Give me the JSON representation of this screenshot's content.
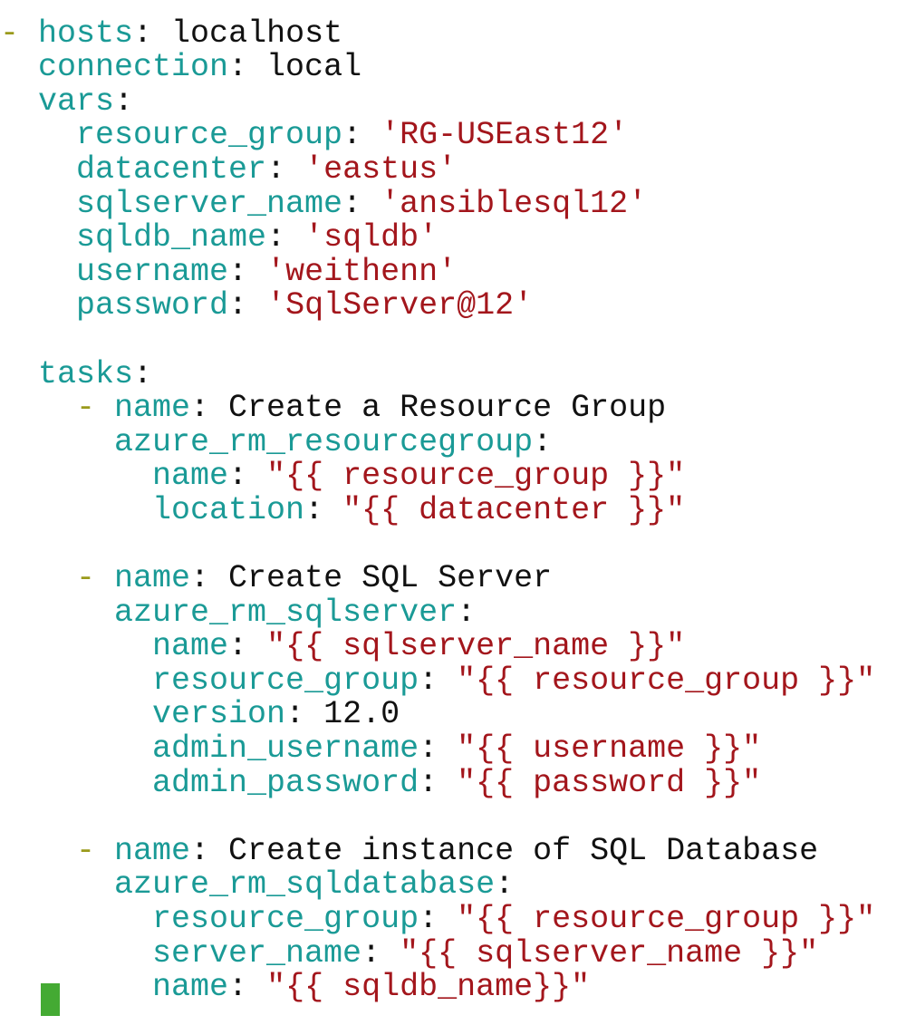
{
  "editor": {
    "lines": [
      [
        {
          "t": "---",
          "c": "d"
        }
      ],
      [
        {
          "t": "- ",
          "c": "d"
        },
        {
          "t": "hosts",
          "c": "k"
        },
        {
          "t": ": localhost",
          "c": "p"
        }
      ],
      [
        {
          "t": "  connection",
          "c": "k"
        },
        {
          "t": ": local",
          "c": "p"
        }
      ],
      [
        {
          "t": "  vars",
          "c": "k"
        },
        {
          "t": ":",
          "c": "p"
        }
      ],
      [
        {
          "t": "    resource_group",
          "c": "k"
        },
        {
          "t": ": ",
          "c": "p"
        },
        {
          "t": "'RG-USEast12'",
          "c": "s"
        }
      ],
      [
        {
          "t": "    datacenter",
          "c": "k"
        },
        {
          "t": ": ",
          "c": "p"
        },
        {
          "t": "'eastus'",
          "c": "s"
        }
      ],
      [
        {
          "t": "    sqlserver_name",
          "c": "k"
        },
        {
          "t": ": ",
          "c": "p"
        },
        {
          "t": "'ansiblesql12'",
          "c": "s"
        }
      ],
      [
        {
          "t": "    sqldb_name",
          "c": "k"
        },
        {
          "t": ": ",
          "c": "p"
        },
        {
          "t": "'sqldb'",
          "c": "s"
        }
      ],
      [
        {
          "t": "    username",
          "c": "k"
        },
        {
          "t": ": ",
          "c": "p"
        },
        {
          "t": "'weithenn'",
          "c": "s"
        }
      ],
      [
        {
          "t": "    password",
          "c": "k"
        },
        {
          "t": ": ",
          "c": "p"
        },
        {
          "t": "'SqlServer@12'",
          "c": "s"
        }
      ],
      [
        {
          "t": "",
          "c": "p"
        }
      ],
      [
        {
          "t": "  tasks",
          "c": "k"
        },
        {
          "t": ":",
          "c": "p"
        }
      ],
      [
        {
          "t": "    - ",
          "c": "d"
        },
        {
          "t": "name",
          "c": "k"
        },
        {
          "t": ": Create a Resource Group",
          "c": "p"
        }
      ],
      [
        {
          "t": "      azure_rm_resourcegroup",
          "c": "k"
        },
        {
          "t": ":",
          "c": "p"
        }
      ],
      [
        {
          "t": "        name",
          "c": "k"
        },
        {
          "t": ": ",
          "c": "p"
        },
        {
          "t": "\"{{ resource_group }}\"",
          "c": "s"
        }
      ],
      [
        {
          "t": "        location",
          "c": "k"
        },
        {
          "t": ": ",
          "c": "p"
        },
        {
          "t": "\"{{ datacenter }}\"",
          "c": "s"
        }
      ],
      [
        {
          "t": "",
          "c": "p"
        }
      ],
      [
        {
          "t": "    - ",
          "c": "d"
        },
        {
          "t": "name",
          "c": "k"
        },
        {
          "t": ": Create SQL Server",
          "c": "p"
        }
      ],
      [
        {
          "t": "      azure_rm_sqlserver",
          "c": "k"
        },
        {
          "t": ":",
          "c": "p"
        }
      ],
      [
        {
          "t": "        name",
          "c": "k"
        },
        {
          "t": ": ",
          "c": "p"
        },
        {
          "t": "\"{{ sqlserver_name }}\"",
          "c": "s"
        }
      ],
      [
        {
          "t": "        resource_group",
          "c": "k"
        },
        {
          "t": ": ",
          "c": "p"
        },
        {
          "t": "\"{{ resource_group }}\"",
          "c": "s"
        }
      ],
      [
        {
          "t": "        version",
          "c": "k"
        },
        {
          "t": ": ",
          "c": "p"
        },
        {
          "t": "12.0",
          "c": "p"
        }
      ],
      [
        {
          "t": "        admin_username",
          "c": "k"
        },
        {
          "t": ": ",
          "c": "p"
        },
        {
          "t": "\"{{ username }}\"",
          "c": "s"
        }
      ],
      [
        {
          "t": "        admin_password",
          "c": "k"
        },
        {
          "t": ": ",
          "c": "p"
        },
        {
          "t": "\"{{ password }}\"",
          "c": "s"
        }
      ],
      [
        {
          "t": "",
          "c": "p"
        }
      ],
      [
        {
          "t": "    - ",
          "c": "d"
        },
        {
          "t": "name",
          "c": "k"
        },
        {
          "t": ": Create instance of SQL Database",
          "c": "p"
        }
      ],
      [
        {
          "t": "      azure_rm_sqldatabase",
          "c": "k"
        },
        {
          "t": ":",
          "c": "p"
        }
      ],
      [
        {
          "t": "        resource_group",
          "c": "k"
        },
        {
          "t": ": ",
          "c": "p"
        },
        {
          "t": "\"{{ resource_group }}\"",
          "c": "s"
        }
      ],
      [
        {
          "t": "        server_name",
          "c": "k"
        },
        {
          "t": ": ",
          "c": "p"
        },
        {
          "t": "\"{{ sqlserver_name }}\"",
          "c": "s"
        }
      ],
      [
        {
          "t": "        name",
          "c": "k"
        },
        {
          "t": ": ",
          "c": "p"
        },
        {
          "t": "\"{{ sqldb_name}}\"",
          "c": "s"
        }
      ]
    ],
    "colors": {
      "key": "#1a9a96",
      "string": "#a3161c",
      "dash": "#9a9a1c",
      "plain": "#111111",
      "cursor": "#44aa33"
    }
  }
}
